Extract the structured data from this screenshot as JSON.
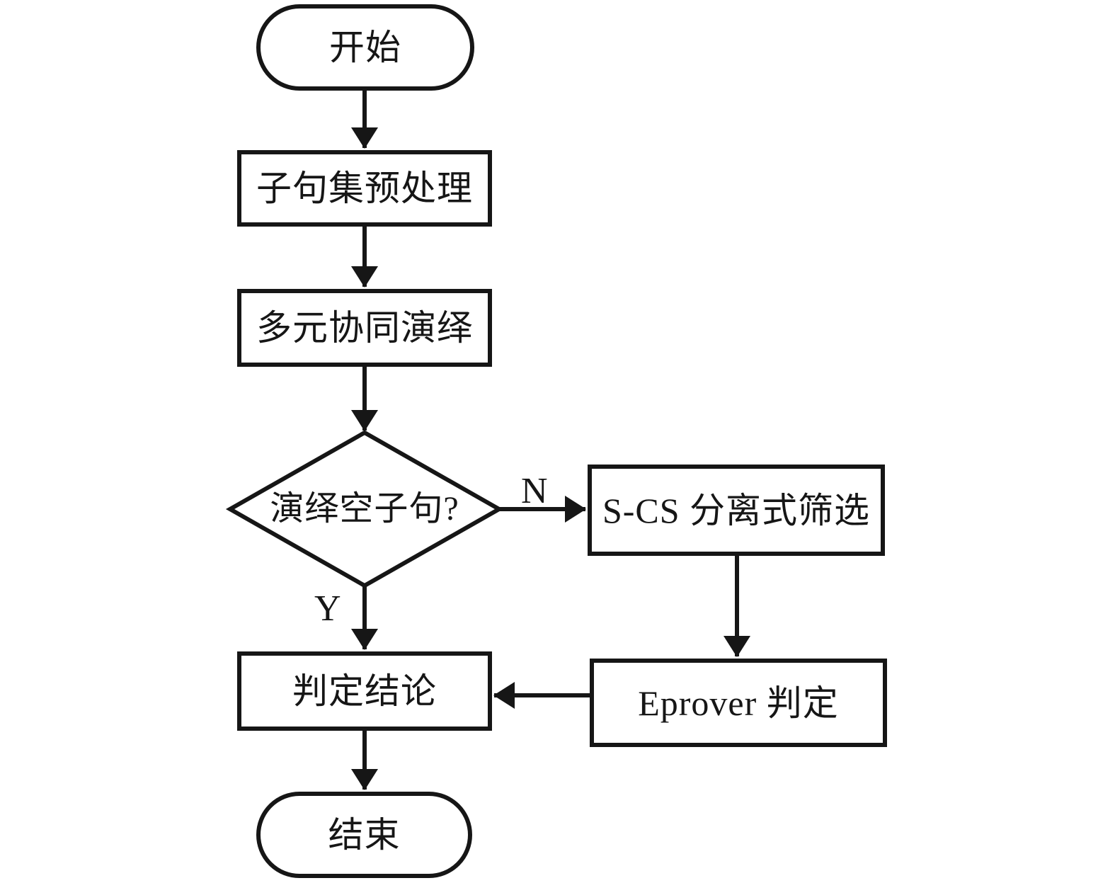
{
  "flowchart": {
    "background_color": "#ffffff",
    "stroke_color": "#161616",
    "nodes": {
      "start": "开始",
      "preprocess": "子句集预处理",
      "deduce": "多元协同演绎",
      "decision": "演绎空子句?",
      "scs_filter": "S-CS 分离式筛选",
      "conclusion": "判定结论",
      "eprover": "Eprover 判定",
      "end": "结束"
    },
    "branch_labels": {
      "yes": "Y",
      "no": "N"
    },
    "edges": [
      {
        "from": "start",
        "to": "preprocess",
        "label": ""
      },
      {
        "from": "preprocess",
        "to": "deduce",
        "label": ""
      },
      {
        "from": "deduce",
        "to": "decision",
        "label": ""
      },
      {
        "from": "decision",
        "to": "scs_filter",
        "label": "N"
      },
      {
        "from": "decision",
        "to": "conclusion",
        "label": "Y"
      },
      {
        "from": "scs_filter",
        "to": "eprover",
        "label": ""
      },
      {
        "from": "eprover",
        "to": "conclusion",
        "label": ""
      },
      {
        "from": "conclusion",
        "to": "end",
        "label": ""
      }
    ]
  }
}
